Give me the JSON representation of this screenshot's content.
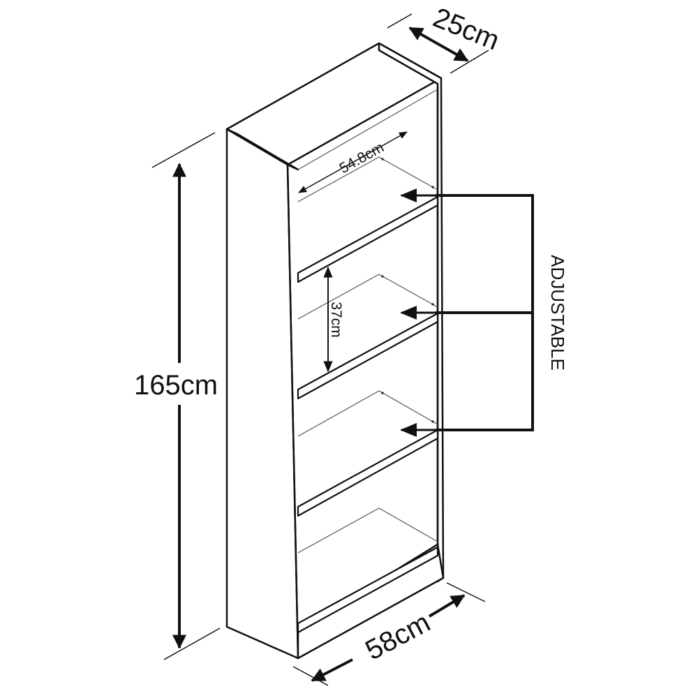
{
  "diagram": {
    "dimensions": {
      "height": "165cm",
      "width": "58cm",
      "depth": "25cm",
      "inner_width": "54.8cm",
      "shelf_gap": "37cm"
    },
    "adjustable_label": "ADJUSTABLE",
    "colors": {
      "line": "#111111",
      "thin_line": "#444444",
      "background": "#ffffff"
    }
  }
}
